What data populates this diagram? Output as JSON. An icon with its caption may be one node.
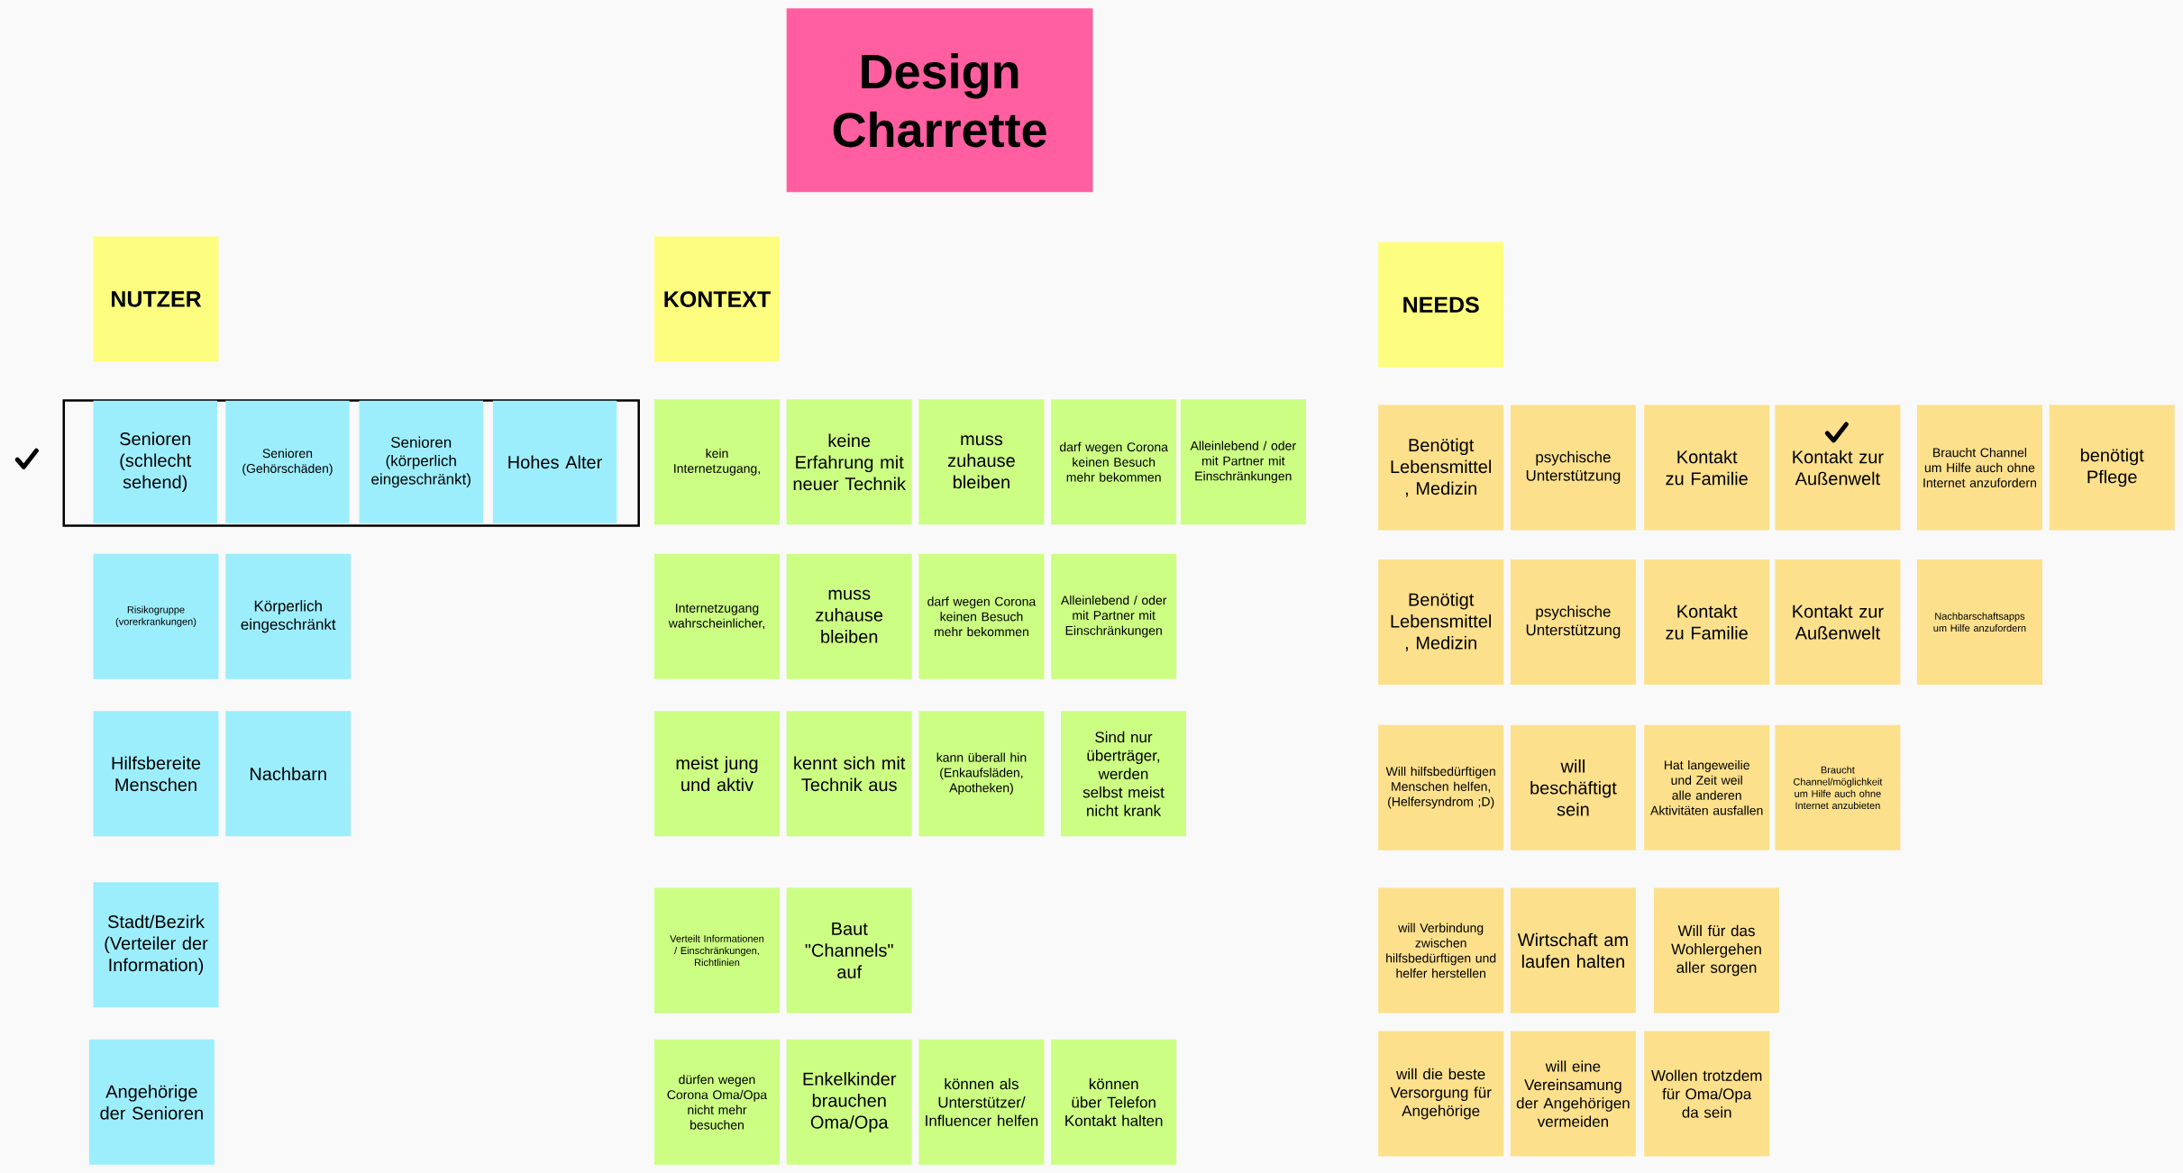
{
  "diagram": {
    "nodes": [
      {
        "text": [
          "Design Charrette"
        ]
      },
      {
        "text": [
          "NUTZER"
        ]
      },
      {
        "text": [
          "KONTEXT"
        ]
      },
      {
        "text": [
          "NEEDS"
        ]
      },
      {
        "text": [],
        "shape": "box"
      },
      {
        "text": [
          "Senioren (schlecht sehend)"
        ],
        "in": 4
      },
      {
        "text": [
          "Senioren (Gehörschäden)"
        ],
        "in": 4
      },
      {
        "text": [
          "Senioren (körperlich eingeschränkt)"
        ],
        "in": 4
      },
      {
        "text": [
          "Hohes Alter"
        ],
        "in": 4
      },
      {
        "text": [
          "Risikogruppe (vorerkrankungen)"
        ]
      },
      {
        "text": [
          "Körperlich eingeschränkt"
        ]
      },
      {
        "text": [
          "Hilfsbereite Menschen"
        ]
      },
      {
        "text": [
          "Nachbarn"
        ]
      },
      {
        "text": [
          "Stadt/Bezirk (Verteiler der Information)"
        ]
      },
      {
        "text": [
          "Angehörige der Senioren"
        ]
      },
      {
        "text": [
          "kein Internetzugang,"
        ]
      },
      {
        "text": [
          "keine Erfahrung mit neuer Technik"
        ]
      },
      {
        "text": [
          "muss zuhause bleiben"
        ]
      },
      {
        "text": [
          "darf wegen Corona keinen Besuch mehr bekommen"
        ]
      },
      {
        "text": [
          "Alleinlebend / oder mit Partner mit Einschränkungen"
        ]
      },
      {
        "text": [
          "Internetzugang wahrscheinlicher,"
        ]
      },
      {
        "text": [
          "muss zuhause bleiben"
        ]
      },
      {
        "text": [
          "darf wegen Corona keinen Besuch mehr bekommen"
        ]
      },
      {
        "text": [
          "Alleinlebend / oder mit Partner mit Einschränkungen"
        ]
      },
      {
        "text": [
          "meist jung und aktiv"
        ]
      },
      {
        "text": [
          "kennt sich mit Technik aus"
        ]
      },
      {
        "text": [
          "kann überall hin (Enkaufsläden, Apotheken)"
        ]
      },
      {
        "text": [
          "Sind nur überträger, werden selbst meist nicht krank"
        ]
      },
      {
        "text": [
          "Verteilt Informationen / Einschränkungen, Richtlinien"
        ]
      },
      {
        "text": [
          "Baut \"Channels\" auf"
        ]
      },
      {
        "text": [
          "dürfen wegen Corona Oma/Opa nicht mehr besuchen"
        ]
      },
      {
        "text": [
          "Enkelkinder brauchen Oma/Opa"
        ]
      },
      {
        "text": [
          "können als Unterstützer/ Influencer helfen"
        ]
      },
      {
        "text": [
          "können über Telefon Kontakt halten"
        ]
      },
      {
        "text": [
          "Benötigt Lebensmittel , Medizin"
        ]
      },
      {
        "text": [
          "psychische Unterstützung"
        ]
      },
      {
        "text": [
          "Kontakt zu Familie"
        ]
      },
      {
        "text": [
          "Kontakt zur Außenwelt"
        ]
      },
      {
        "text": [
          "Braucht Channel um Hilfe auch ohne Internet anzufordern"
        ]
      },
      {
        "text": [
          "benötigt Pflege"
        ]
      },
      {
        "text": [
          "Benötigt Lebensmittel , Medizin"
        ]
      },
      {
        "text": [
          "psychische Unterstützung"
        ]
      },
      {
        "text": [
          "Kontakt zu Familie"
        ]
      },
      {
        "text": [
          "Kontakt zur Außenwelt"
        ]
      },
      {
        "text": [
          "Nachbarschaftsapps um Hilfe anzufordern"
        ]
      },
      {
        "text": [
          "Will hilfsbedürftigen Menschen helfen, (Helfersyndrom ;D)"
        ]
      },
      {
        "text": [
          "will beschäftigt sein"
        ]
      },
      {
        "text": [
          "Hat langeweilie und Zeit weil alle anderen Aktivitäten ausfallen"
        ]
      },
      {
        "text": [
          "Braucht Channel/möglichkeit um Hilfe auch ohne Internet anzubieten"
        ]
      },
      {
        "text": [
          "will Verbindung zwischen hilfsbedürftigen und helfer herstellen"
        ]
      },
      {
        "text": [
          "Wirtschaft am laufen halten"
        ]
      },
      {
        "text": [
          "Will für das Wohlergehen aller sorgen"
        ]
      },
      {
        "text": [
          "will die beste Versorgung für Angehörige"
        ]
      },
      {
        "text": [
          "will eine Vereinsamung der Angehörigen vermeiden"
        ]
      },
      {
        "text": [
          "Wollen trotzdem für Oma/Opa da sein"
        ]
      }
    ]
  }
}
